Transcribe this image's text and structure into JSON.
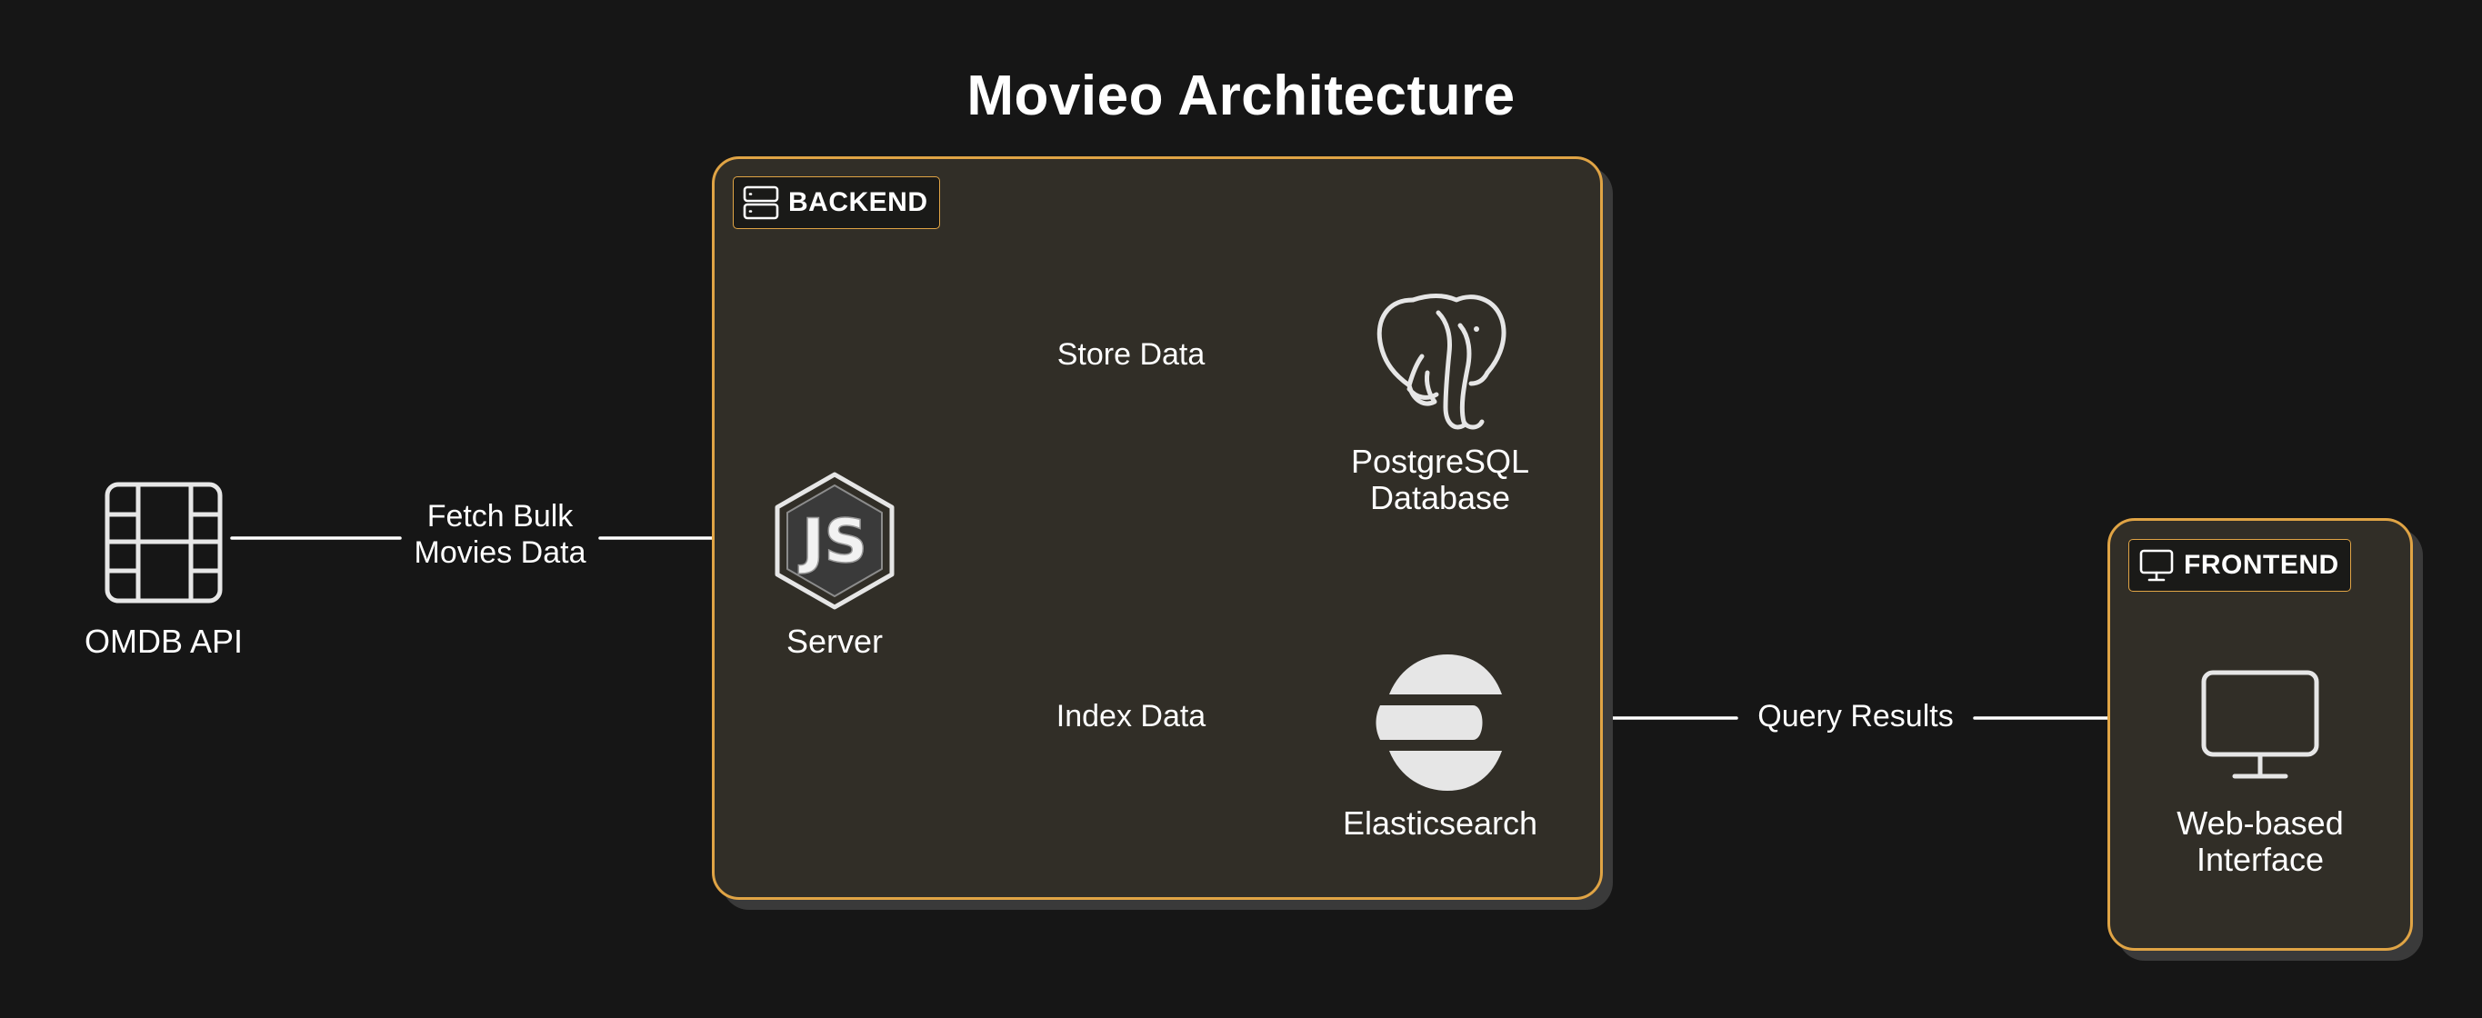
{
  "title": "Movieo Architecture",
  "groups": {
    "backend": {
      "label": "BACKEND",
      "icon": "server-icon"
    },
    "frontend": {
      "label": "FRONTEND",
      "icon": "monitor-icon"
    }
  },
  "nodes": {
    "omdb": {
      "label": "OMDB API",
      "icon": "table-grid-icon"
    },
    "server": {
      "label": "Server",
      "icon": "nodejs-icon"
    },
    "postgres": {
      "label": "PostgreSQL\nDatabase",
      "icon": "postgresql-elephant-icon"
    },
    "elastic": {
      "label": "Elasticsearch",
      "icon": "elasticsearch-icon"
    },
    "web": {
      "label": "Web-based\nInterface",
      "icon": "monitor-icon"
    }
  },
  "edges": {
    "fetch": {
      "label": "Fetch Bulk\nMovies Data"
    },
    "store": {
      "label": "Store Data"
    },
    "index": {
      "label": "Index Data"
    },
    "query": {
      "label": "Query Results"
    }
  },
  "colors": {
    "background": "#161616",
    "group_border": "#e0a445",
    "group_fill": "#312e27",
    "line": "#ffffff",
    "icon": "#e6e6e6"
  }
}
